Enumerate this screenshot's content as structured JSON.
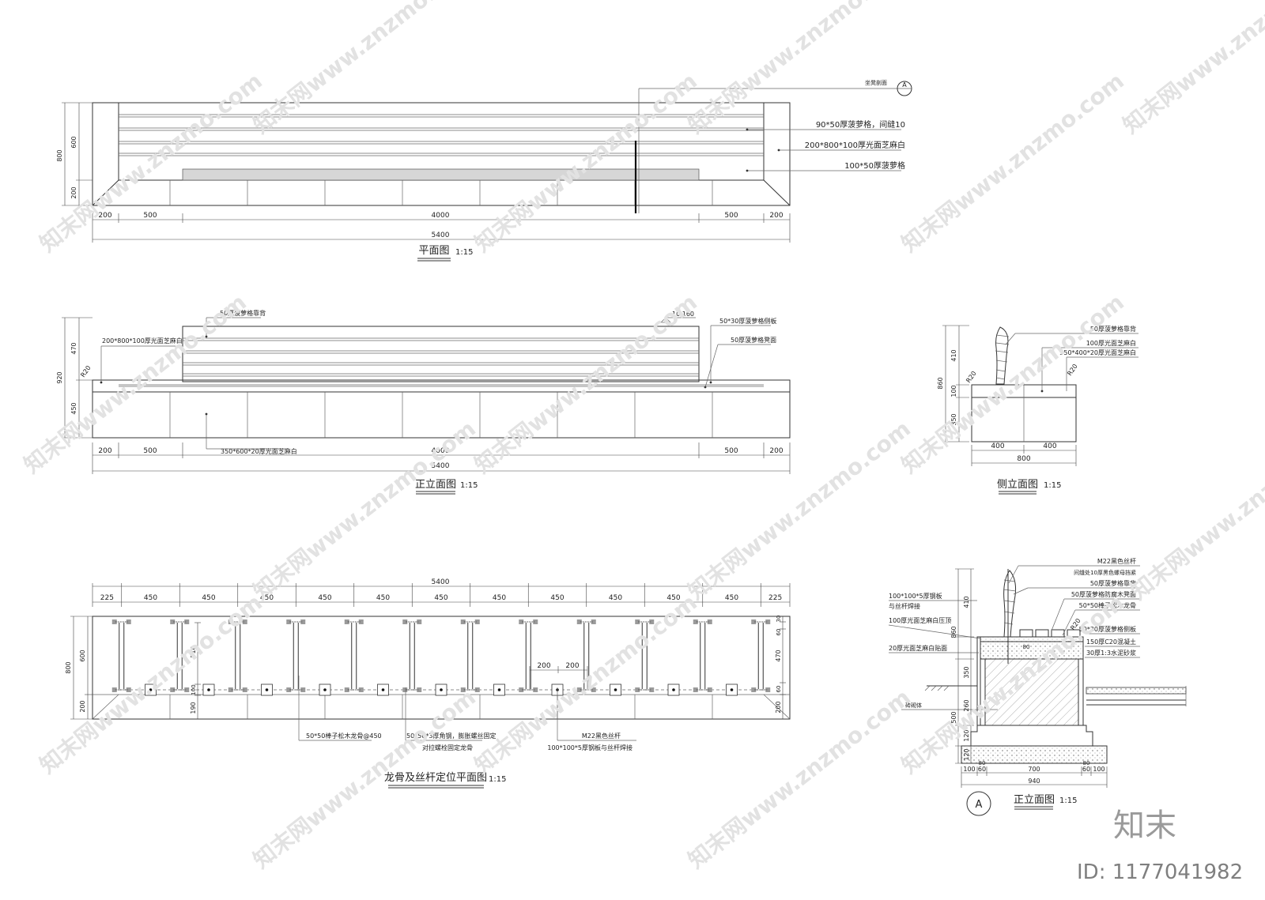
{
  "plan": {
    "title": "平面图",
    "scale": "1:15",
    "section_marker_label": "坐凳剖面",
    "section_letter": "A",
    "callouts": [
      "90*50厚菠萝格，间缝10",
      "200*800*100厚光面芝麻白",
      "100*50厚菠萝格"
    ],
    "dims_bottom": [
      "200",
      "500",
      "4000",
      "500",
      "200"
    ],
    "dim_total": "5400",
    "dims_left": [
      "800",
      "600",
      "200"
    ]
  },
  "front": {
    "title": "正立面图",
    "scale": "1:15",
    "callouts": {
      "backrest": "50厚菠萝格靠背",
      "cap_stone": "200*800*100厚光面芝麻白",
      "elevation": "10.160",
      "side_board": "50*30厚菠萝格侧板",
      "seat": "50厚菠萝格凳面",
      "radius": "R20",
      "cladding": "350*600*20厚光面芝麻白"
    },
    "dims_bottom": [
      "200",
      "500",
      "4000",
      "500",
      "200"
    ],
    "dim_total": "5400",
    "dims_left": [
      "920",
      "470",
      "450"
    ]
  },
  "side": {
    "title": "侧立面图",
    "scale": "1:15",
    "callouts": [
      "50厚菠萝格靠背",
      "100厚光面芝麻白",
      "350*400*20厚光面芝麻白"
    ],
    "radius_left": "R20",
    "radius_right": "R20",
    "dims_bottom": [
      "400",
      "400"
    ],
    "dim_total": "800",
    "dims_left": [
      "860",
      "410",
      "100",
      "350"
    ]
  },
  "keel": {
    "title": "龙骨及丝杆定位平面图",
    "scale": "1:15",
    "dim_total": "5400",
    "dims_top": [
      "225",
      "450",
      "450",
      "450",
      "450",
      "450",
      "450",
      "450",
      "450",
      "450",
      "450",
      "450",
      "225"
    ],
    "dims_left": [
      "800",
      "600",
      "200"
    ],
    "dims_inner_left": [
      "510",
      "100",
      "190"
    ],
    "dims_right": [
      "30",
      "60",
      "470",
      "60",
      "200"
    ],
    "dim_pair": [
      "200",
      "200"
    ],
    "notes": {
      "joist_a": "50*50棒子松木龙骨@450",
      "joist_b_1": "50*50*3厚角钢，膨胀螺丝固定",
      "joist_b_2": "对拉螺栓固定龙骨",
      "rod_1": "M22黑色丝杆",
      "rod_2": "100*100*5厚钢板与丝杆焊接"
    }
  },
  "section": {
    "title": "正立面图",
    "marker": "A",
    "left_callouts": [
      "100*100*5厚钢板",
      "与丝杆焊接",
      "100厚光面芝麻白压顶",
      "20厚光面芝麻白贴面",
      "砖砌体"
    ],
    "right_callouts": [
      "M22黑色丝杆",
      "间缝处10厚黑色螺母挡紧",
      "50厚菠萝格靠背",
      "50厚菠萝格防腐木凳面",
      "50*50棒子松木龙骨",
      "50*30厚菠萝格侧板",
      "150厚C20混凝土",
      "30厚1:3水泥砂浆"
    ],
    "radius": "R20",
    "dim_inner": "80",
    "dims_left": [
      "410",
      "860",
      "350",
      "260",
      "500",
      "120",
      "120"
    ],
    "dims_bottom": [
      "100",
      "60",
      "700",
      "60",
      "100"
    ],
    "dims_bottom_inner": [
      "80",
      "80"
    ],
    "dim_total": "940"
  },
  "watermark": {
    "site_text": "知末网www.znzmo.com",
    "logo": "知末",
    "id_label": "ID: 1177041982"
  }
}
